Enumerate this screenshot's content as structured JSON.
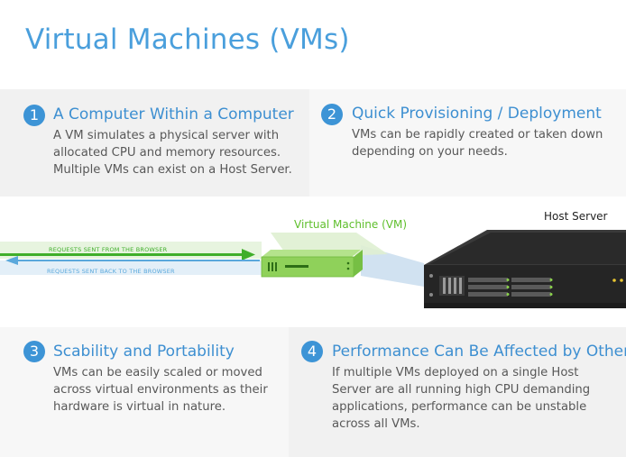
{
  "page": {
    "title": "Virtual Machines (VMs)"
  },
  "features": [
    {
      "number": "1",
      "title": "A Computer Within a Computer",
      "text": "A VM simulates a physical server with\nallocated CPU and memory resources.\nMultiple VMs can exist on a Host Server."
    },
    {
      "number": "2",
      "title": "Quick Provisioning / Deployment",
      "text": "VMs can be rapidly created or taken down\ndepending on your needs."
    },
    {
      "number": "3",
      "title": "Scability and Portability",
      "text": "VMs can be easily scaled or moved\nacross virtual environments as their\nhardware is virtual in nature."
    },
    {
      "number": "4",
      "title": "Performance Can Be Affected by Others",
      "text": "If multiple VMs deployed on a single Host\nServer are all running high CPU demanding\napplications, performance can be unstable\nacross all VMs."
    }
  ],
  "diagram": {
    "vm_label": "Virtual Machine (VM)",
    "host_label": "Host Server",
    "request_out": "REQUESTS SENT FROM THE BROWSER",
    "request_back": "REQUESTS SENT BACK TO THE BROWSER",
    "colors": {
      "accent_blue": "#3d94d6",
      "vm_green": "#8fd15a",
      "arrow_green": "#3fae2a",
      "arrow_blue": "#5aa8dc",
      "server": "#2b2b2b"
    }
  }
}
